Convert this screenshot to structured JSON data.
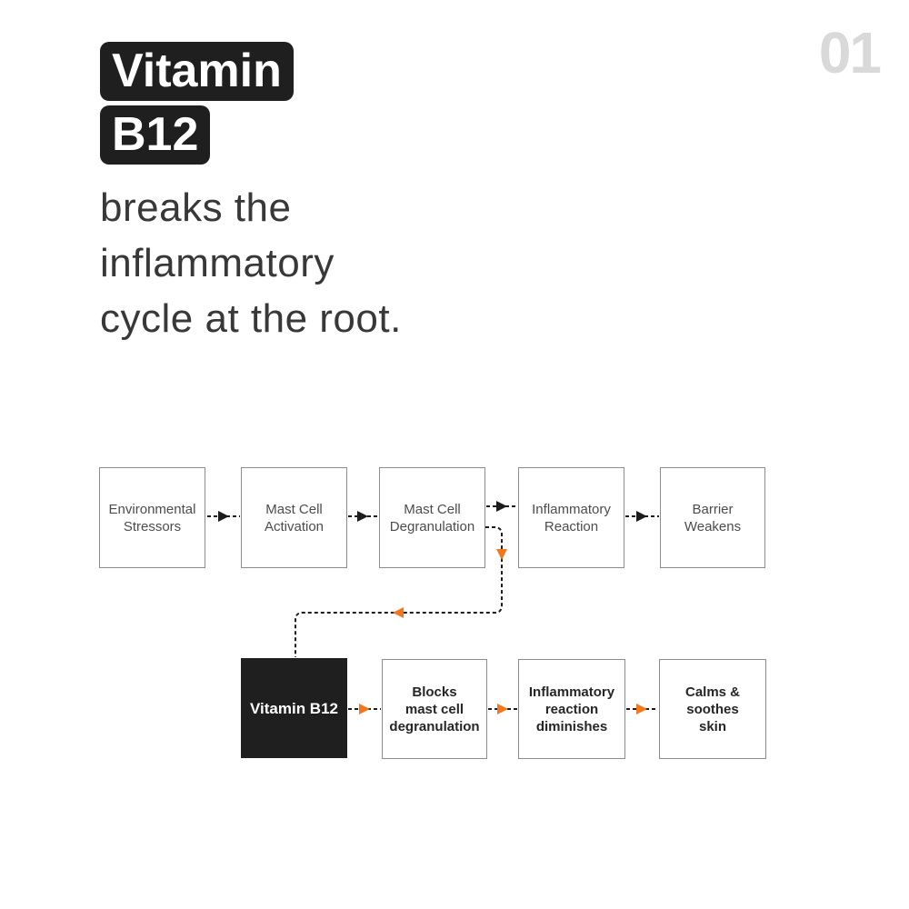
{
  "page": {
    "number": "01",
    "title_badge_line1": "Vitamin",
    "title_badge_line2": "B12",
    "subtitle": "breaks the\ninflammatory\ncycle at the root."
  },
  "flowchart": {
    "inflammatory_cycle": {
      "steps": [
        {
          "label": "Environmental\nStressors"
        },
        {
          "label": "Mast Cell\nActivation"
        },
        {
          "label": "Mast Cell\nDegranulation"
        },
        {
          "label": "Inflammatory\nReaction"
        },
        {
          "label": "Barrier\nWeakens"
        }
      ]
    },
    "solution_path": {
      "steps": [
        {
          "label": "Vitamin B12",
          "highlight": true
        },
        {
          "label": "Blocks\nmast cell\ndegranulation"
        },
        {
          "label": "Inflammatory\nreaction\ndiminishes"
        },
        {
          "label": "Calms &\nsoothes\nskin"
        }
      ]
    }
  },
  "colors": {
    "accent_orange": "#f4771c",
    "arrow_black": "#1c1c1c",
    "badge_black": "#1f1f1f",
    "box_border_gray": "#8c8c8c",
    "page_number_gray": "#d9d9d9"
  }
}
